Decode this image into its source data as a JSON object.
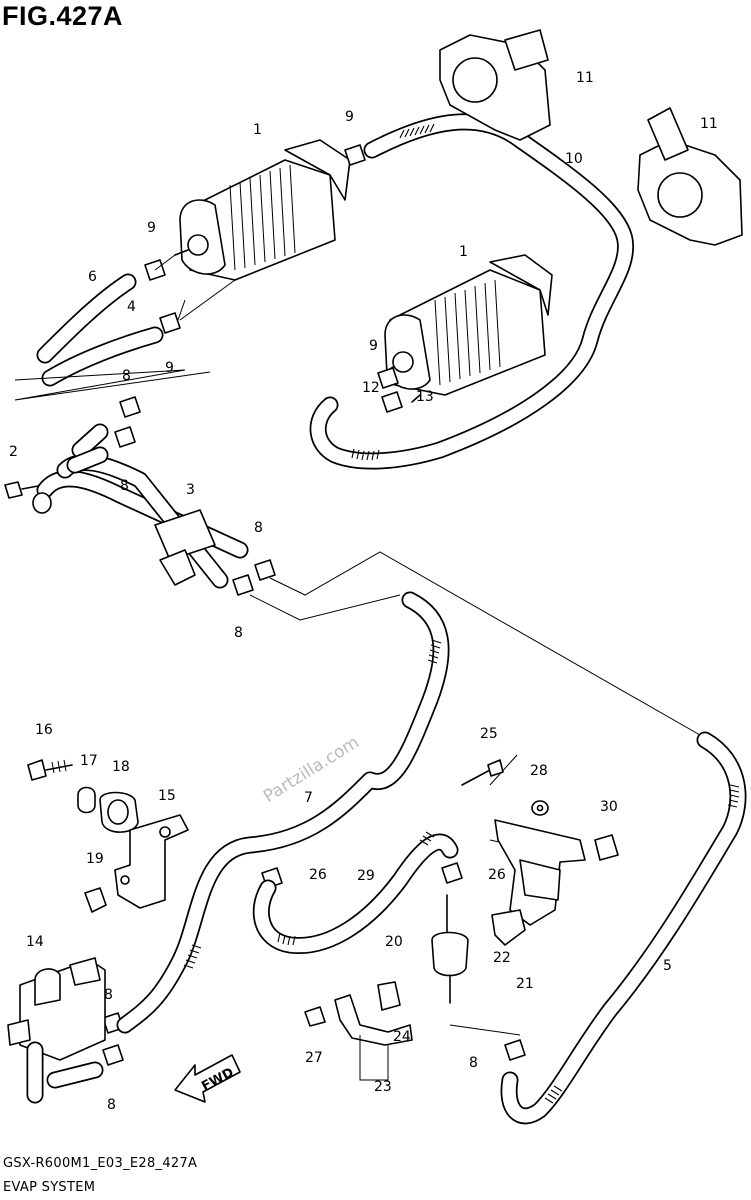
{
  "figure_title": "FIG.427A",
  "footer_code": "GSX-R600M1_E03_E28_427A",
  "footer_name": "EVAP SYSTEM",
  "watermark": "Partzilla.com",
  "fwd_label": "FWD",
  "callouts": [
    {
      "id": "c1a",
      "label": "1"
    },
    {
      "id": "c1b",
      "label": "1"
    },
    {
      "id": "c2",
      "label": "2"
    },
    {
      "id": "c3",
      "label": "3"
    },
    {
      "id": "c4",
      "label": "4"
    },
    {
      "id": "c5",
      "label": "5"
    },
    {
      "id": "c6",
      "label": "6"
    },
    {
      "id": "c7",
      "label": "7"
    },
    {
      "id": "c8a",
      "label": "8"
    },
    {
      "id": "c8b",
      "label": "8"
    },
    {
      "id": "c8c",
      "label": "8"
    },
    {
      "id": "c8d",
      "label": "8"
    },
    {
      "id": "c8e",
      "label": "8"
    },
    {
      "id": "c8f",
      "label": "8"
    },
    {
      "id": "c8g",
      "label": "8"
    },
    {
      "id": "c9a",
      "label": "9"
    },
    {
      "id": "c9b",
      "label": "9"
    },
    {
      "id": "c9c",
      "label": "9"
    },
    {
      "id": "c9d",
      "label": "9"
    },
    {
      "id": "c10",
      "label": "10"
    },
    {
      "id": "c11a",
      "label": "11"
    },
    {
      "id": "c11b",
      "label": "11"
    },
    {
      "id": "c12",
      "label": "12"
    },
    {
      "id": "c13",
      "label": "13"
    },
    {
      "id": "c14",
      "label": "14"
    },
    {
      "id": "c15",
      "label": "15"
    },
    {
      "id": "c16",
      "label": "16"
    },
    {
      "id": "c17",
      "label": "17"
    },
    {
      "id": "c18",
      "label": "18"
    },
    {
      "id": "c19",
      "label": "19"
    },
    {
      "id": "c20",
      "label": "20"
    },
    {
      "id": "c21",
      "label": "21"
    },
    {
      "id": "c22",
      "label": "22"
    },
    {
      "id": "c23",
      "label": "23"
    },
    {
      "id": "c24",
      "label": "24"
    },
    {
      "id": "c25",
      "label": "25"
    },
    {
      "id": "c26a",
      "label": "26"
    },
    {
      "id": "c26b",
      "label": "26"
    },
    {
      "id": "c27",
      "label": "27"
    },
    {
      "id": "c28",
      "label": "28"
    },
    {
      "id": "c29",
      "label": "29"
    },
    {
      "id": "c30",
      "label": "30"
    }
  ]
}
